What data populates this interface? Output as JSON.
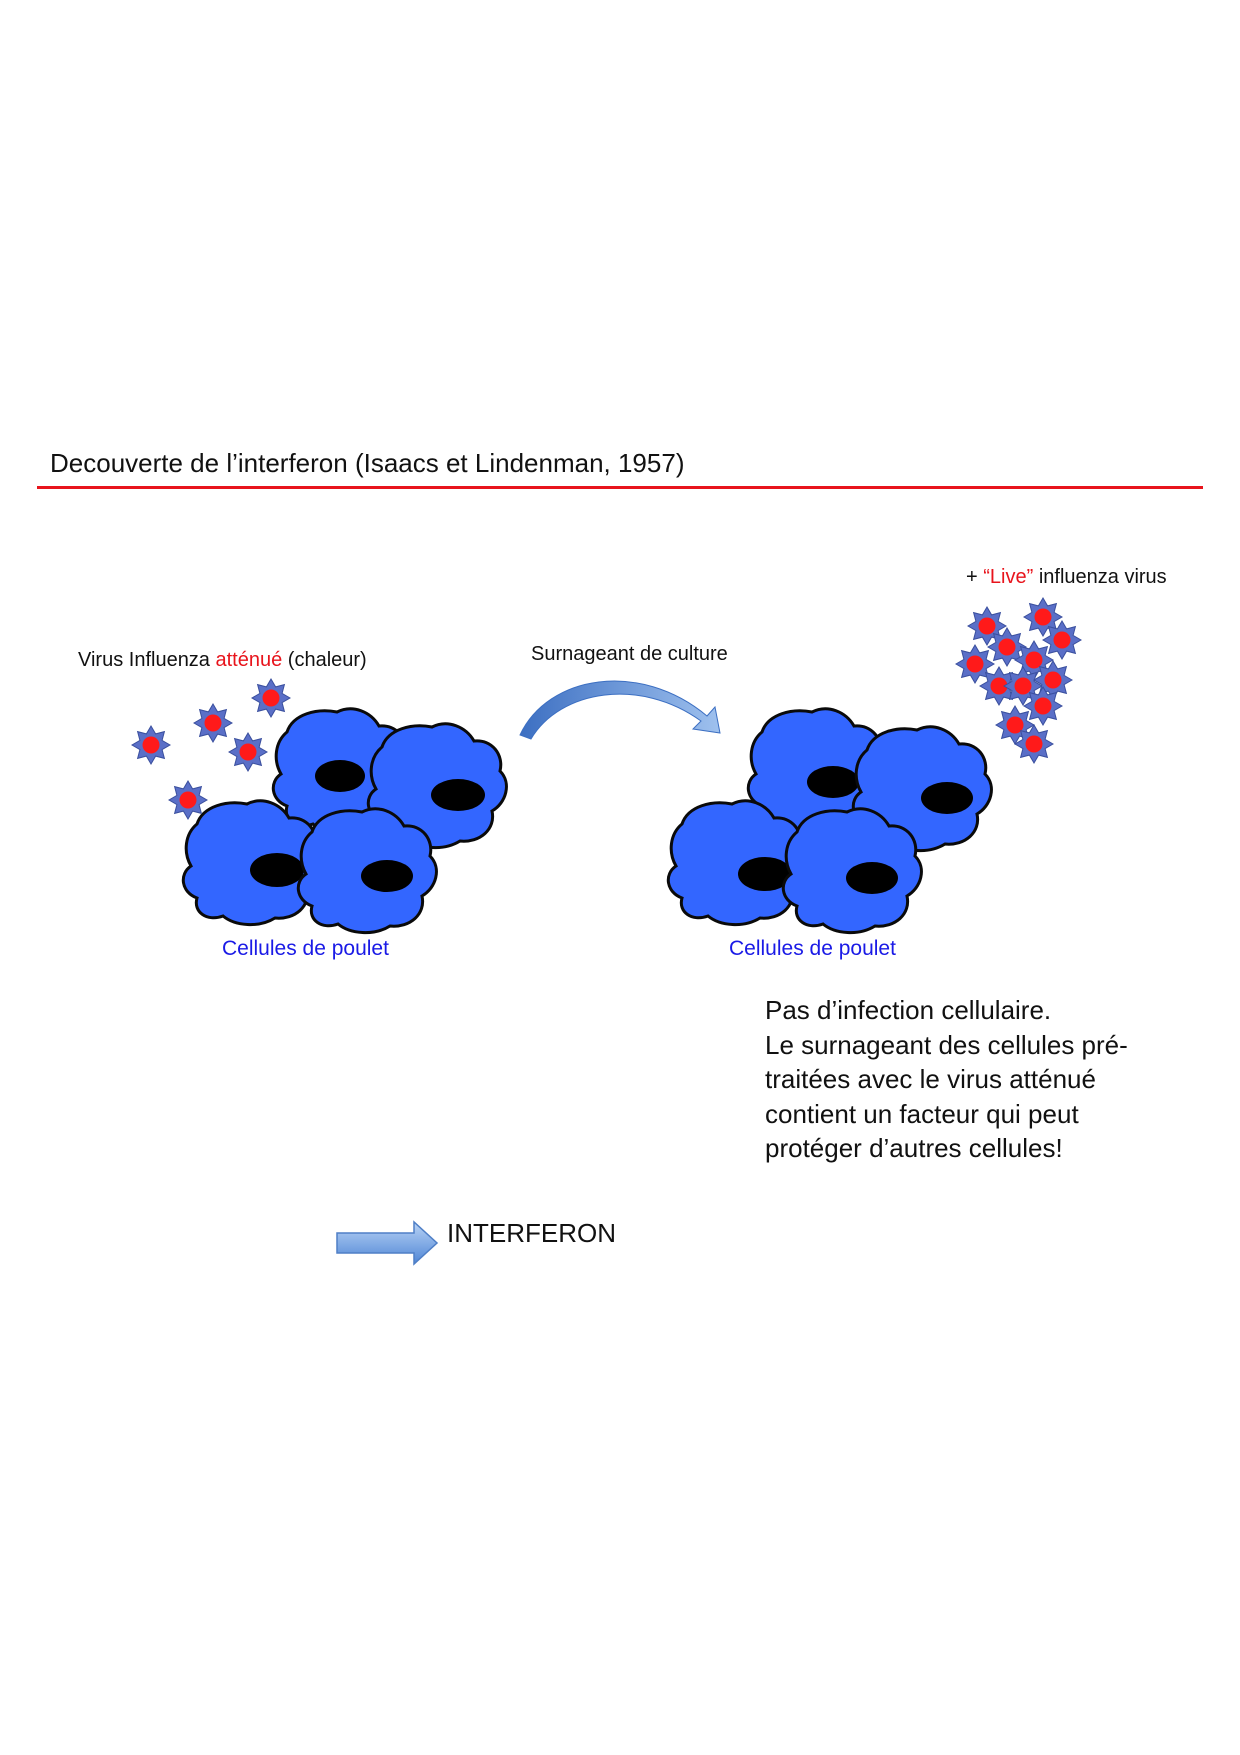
{
  "title": "Decouverte de l’interferon (Isaacs et Lindenman, 1957)",
  "left_panel": {
    "label_before": "Virus Influenza ",
    "label_highlight": "atténué",
    "label_after": " (chaleur)",
    "cells_label": "Cellules de poulet"
  },
  "transfer_label": "Surnageant de culture",
  "right_panel": {
    "label_prefix": "+ ",
    "label_highlight": "“Live”",
    "label_after": " influenza virus",
    "cells_label": "Cellules de poulet"
  },
  "conclusion": [
    "Pas d’infection cellulaire.",
    "Le surnageant des cellules pré-",
    "traitées avec le virus atténué",
    "contient un facteur qui peut",
    "protéger d’autres cellules!"
  ],
  "result_label": "INTERFERON",
  "colors": {
    "accent_red": "#e8141c",
    "cell_blue": "#3366ff",
    "label_blue": "#1a1ae6",
    "virus_star": "#5a6fc7",
    "arrow_blue": "#6a9fe0"
  }
}
